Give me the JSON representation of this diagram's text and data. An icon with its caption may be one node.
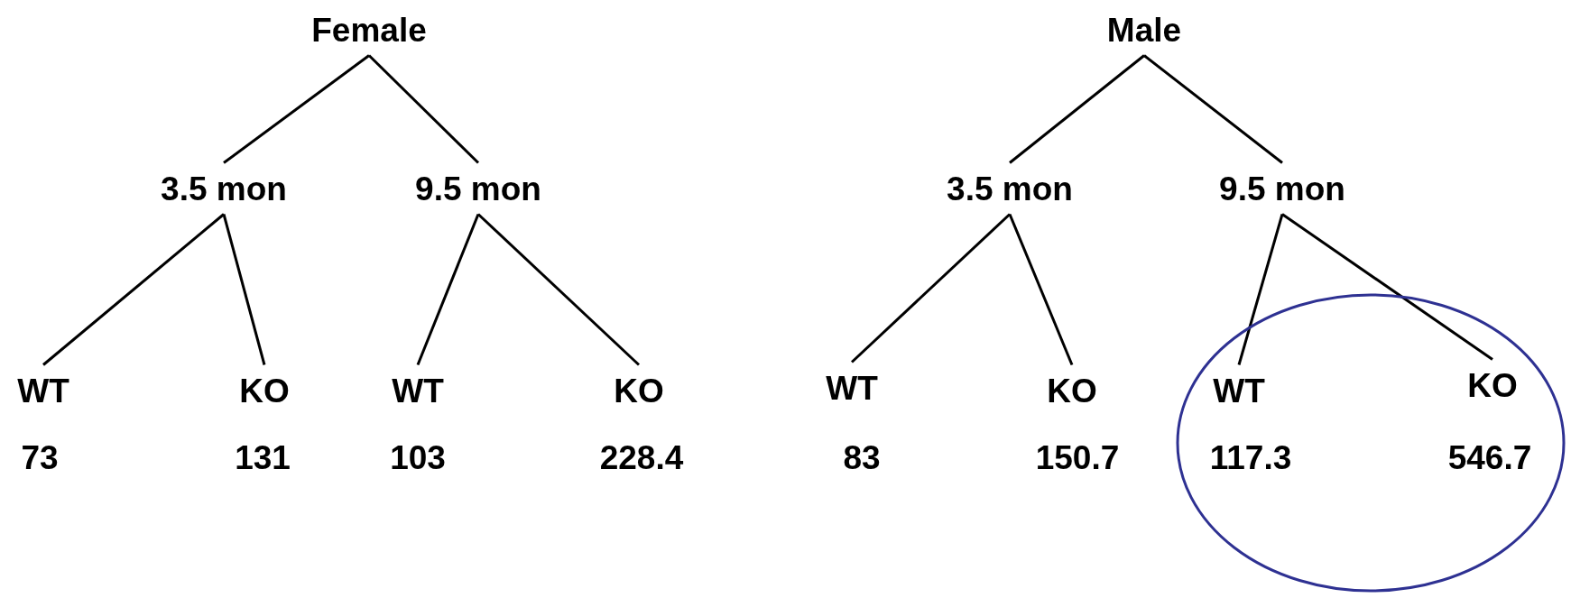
{
  "diagram": {
    "nodes": [
      {
        "text": [
          "Female"
        ]
      },
      {
        "text": [
          "Male"
        ]
      },
      {
        "text": [
          "3.5 mon"
        ]
      },
      {
        "text": [
          "9.5 mon"
        ]
      },
      {
        "text": [
          "3.5 mon"
        ]
      },
      {
        "text": [
          "9.5 mon"
        ]
      },
      {
        "text": [
          "WT"
        ],
        "beside": [
          "73"
        ]
      },
      {
        "text": [
          "KO"
        ],
        "beside": [
          "131"
        ]
      },
      {
        "text": [
          "WT"
        ],
        "beside": [
          "103"
        ]
      },
      {
        "text": [
          "KO"
        ],
        "beside": [
          "228.4"
        ]
      },
      {
        "text": [
          "WT"
        ],
        "beside": [
          "83"
        ]
      },
      {
        "text": [
          "KO"
        ],
        "beside": [
          "150.7"
        ]
      },
      {
        "text": [],
        "shape": "circle"
      },
      {
        "text": [
          "WT"
        ],
        "beside": [
          "117.3"
        ],
        "in": 12
      },
      {
        "text": [
          "KO"
        ],
        "beside": [
          "546.7"
        ],
        "in": 12
      }
    ],
    "edges": [
      {
        "from": 0,
        "to": 2,
        "arrow": "none"
      },
      {
        "from": 0,
        "to": 3,
        "arrow": "none"
      },
      {
        "from": 1,
        "to": 4,
        "arrow": "none"
      },
      {
        "from": 1,
        "to": 5,
        "arrow": "none"
      },
      {
        "from": 2,
        "to": 6,
        "arrow": "none"
      },
      {
        "from": 2,
        "to": 7,
        "arrow": "none"
      },
      {
        "from": 3,
        "to": 8,
        "arrow": "none"
      },
      {
        "from": 3,
        "to": 9,
        "arrow": "none"
      },
      {
        "from": 4,
        "to": 10,
        "arrow": "none"
      },
      {
        "from": 4,
        "to": 11,
        "arrow": "none"
      },
      {
        "from": 5,
        "to": 13,
        "arrow": "none"
      },
      {
        "from": 5,
        "to": 14,
        "arrow": "none"
      }
    ]
  }
}
